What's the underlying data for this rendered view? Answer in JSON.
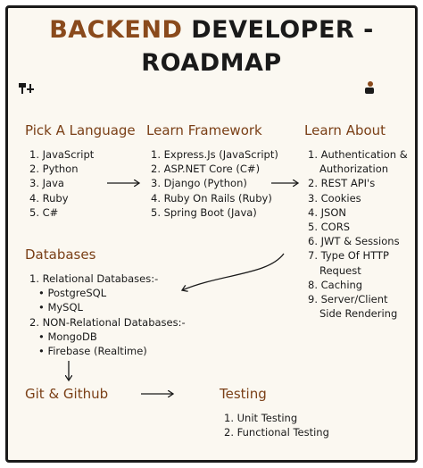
{
  "title": {
    "line1_accent": "BACKEND",
    "line1_rest": " DEVELOPER -",
    "line2": "ROADMAP"
  },
  "icons": {
    "left": "hammer-icon",
    "right": "person-icon"
  },
  "colors": {
    "heading": "#7a3f16",
    "accent": "#8a4a1c",
    "text": "#1a1a1a",
    "background": "#fbf8f1"
  },
  "sections": {
    "language": {
      "heading": "Pick A Language",
      "items": [
        "1. JavaScript",
        "2. Python",
        "3. Java",
        "4. Ruby",
        "5. C#"
      ]
    },
    "framework": {
      "heading": "Learn Framework",
      "items": [
        "1. Express.Js (JavaScript)",
        "2. ASP.NET Core (C#)",
        "3. Django (Python)",
        "4. Ruby On Rails (Ruby)",
        "5. Spring Boot (Java)"
      ]
    },
    "about": {
      "heading": "Learn About",
      "items": [
        "1. Authentication &",
        "Authorization",
        "2. REST API's",
        "3. Cookies",
        "4. JSON",
        "5. CORS",
        "6. JWT & Sessions",
        "7. Type Of HTTP",
        "Request",
        "8. Caching",
        "9. Server/Client",
        "Side Rendering"
      ]
    },
    "databases": {
      "heading": "Databases",
      "items": [
        "1. Relational Databases:-",
        "• PostgreSQL",
        "• MySQL",
        "2. NON-Relational Databases:-",
        "• MongoDB",
        "• Firebase (Realtime)"
      ]
    },
    "git": {
      "heading": "Git & Github"
    },
    "testing": {
      "heading": "Testing",
      "items": [
        "1. Unit Testing",
        "2. Functional Testing"
      ]
    }
  }
}
